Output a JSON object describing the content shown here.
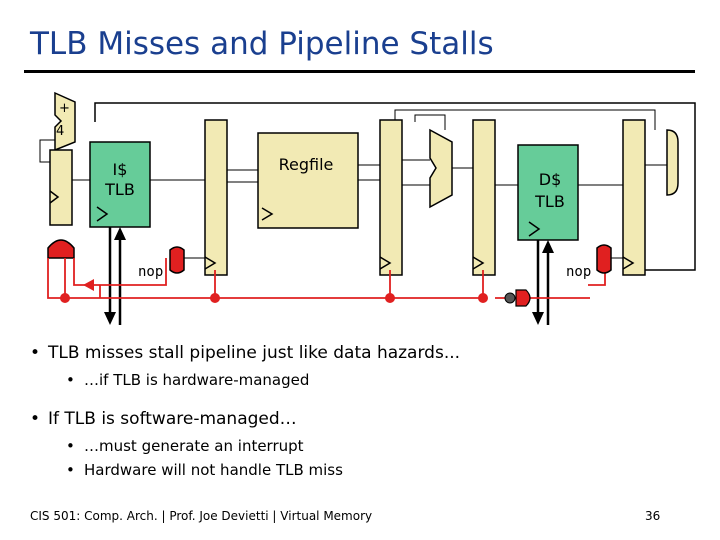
{
  "slide": {
    "title": "TLB Misses and Pipeline Stalls",
    "page_number": "36",
    "footer": "CIS 501: Comp. Arch.  |  Prof. Joe Devietti  |  Virtual Memory"
  },
  "diagram": {
    "adder_plus": "+",
    "adder_four": "4",
    "itlb_label_1": "I$",
    "itlb_label_2": "TLB",
    "regfile_label": "Regfile",
    "dtlb_label_1": "D$",
    "dtlb_label_2": "TLB",
    "nop_left": "nop",
    "nop_right": "nop",
    "colors": {
      "tlb_fill": "#66cc99",
      "latch_fill": "#f2eab4",
      "control_red": "#e02020",
      "title_blue": "#1a3f8f"
    }
  },
  "bullets": [
    {
      "text": "TLB misses stall pipeline just like data hazards...",
      "sub": [
        "…if TLB is hardware-managed"
      ]
    },
    {
      "text": "If TLB is software-managed…",
      "sub": [
        "…must generate an interrupt",
        "Hardware will not handle TLB miss"
      ]
    }
  ]
}
